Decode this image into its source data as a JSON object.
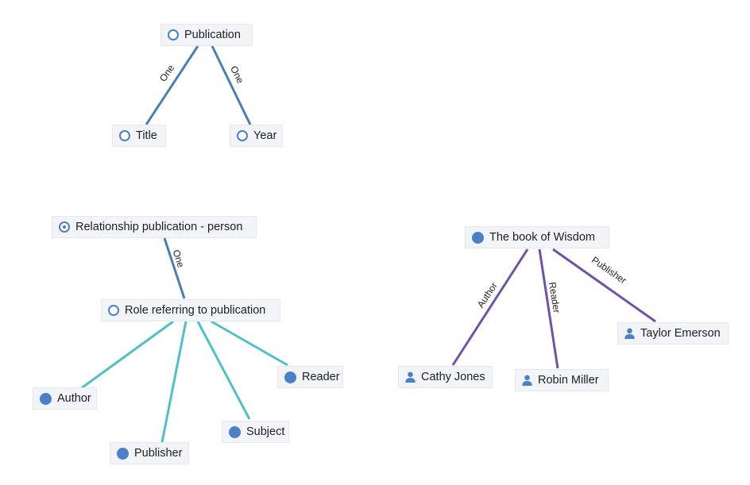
{
  "colors": {
    "blue_edge": "#4a7fb5",
    "teal_edge": "#4dc1c4",
    "purple_edge": "#7052a8",
    "node_icon": "#4a80c8"
  },
  "nodes": {
    "publication": {
      "label": "Publication",
      "icon": "circle-outline-icon"
    },
    "title": {
      "label": "Title",
      "icon": "circle-outline-icon"
    },
    "year": {
      "label": "Year",
      "icon": "circle-outline-icon"
    },
    "relationship": {
      "label": "Relationship publication - person",
      "icon": "circle-dot-icon"
    },
    "role": {
      "label": "Role referring to publication",
      "icon": "circle-outline-icon"
    },
    "author": {
      "label": "Author",
      "icon": "circle-filled-icon"
    },
    "publisher": {
      "label": "Publisher",
      "icon": "circle-filled-icon"
    },
    "subject": {
      "label": "Subject",
      "icon": "circle-filled-icon"
    },
    "reader": {
      "label": "Reader",
      "icon": "circle-filled-icon"
    },
    "book": {
      "label": "The book of Wisdom",
      "icon": "circle-filled-icon"
    },
    "cathy": {
      "label": "Cathy Jones",
      "icon": "person-icon"
    },
    "robin": {
      "label": "Robin Miller",
      "icon": "person-icon"
    },
    "taylor": {
      "label": "Taylor Emerson",
      "icon": "person-icon"
    }
  },
  "edges": {
    "pub_title": {
      "label": "One",
      "color": "blue"
    },
    "pub_year": {
      "label": "One",
      "color": "blue"
    },
    "rel_role": {
      "label": "One",
      "color": "blue"
    },
    "role_author": {
      "label": "",
      "color": "teal"
    },
    "role_publisher": {
      "label": "",
      "color": "teal"
    },
    "role_subject": {
      "label": "",
      "color": "teal"
    },
    "role_reader": {
      "label": "",
      "color": "teal"
    },
    "book_cathy": {
      "label": "Author",
      "color": "purple"
    },
    "book_robin": {
      "label": "Reader",
      "color": "purple"
    },
    "book_taylor": {
      "label": "Publisher",
      "color": "purple"
    }
  }
}
